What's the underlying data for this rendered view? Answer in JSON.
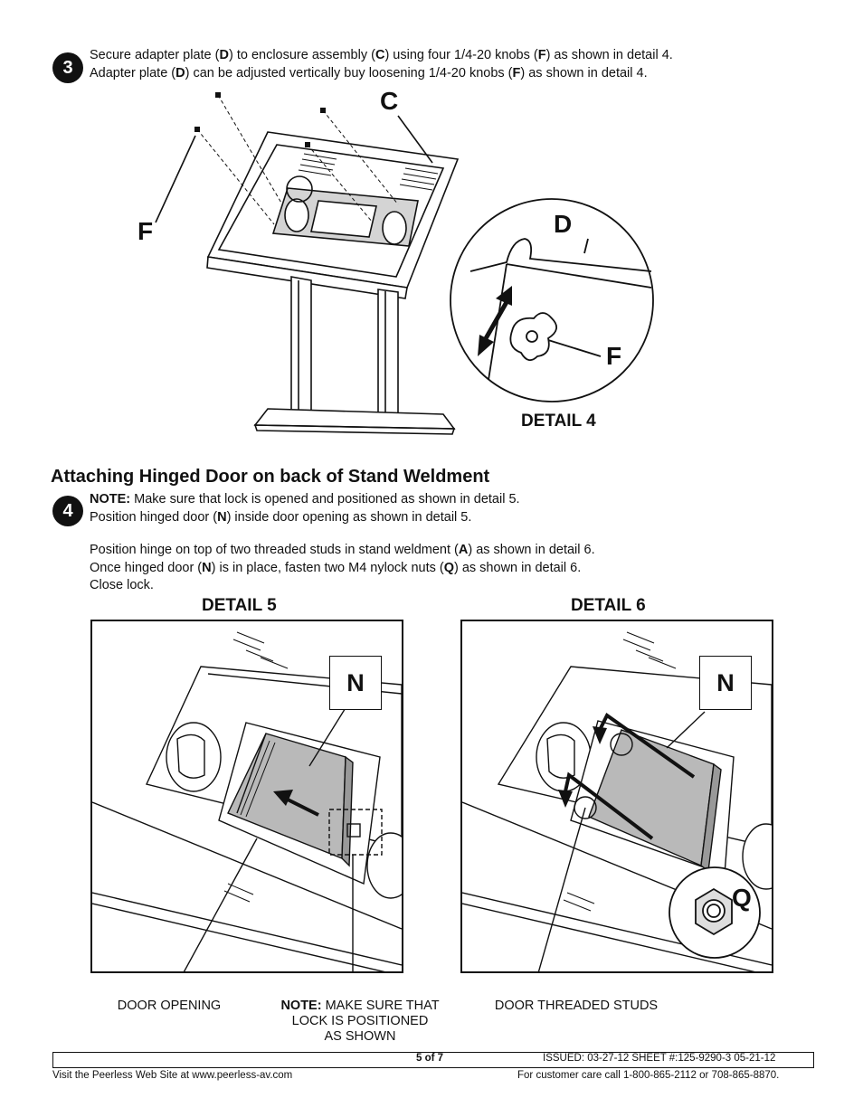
{
  "step3": {
    "number": "3",
    "line1": [
      "Secure adapter plate (",
      "D",
      ") to enclosure assembly (",
      "C",
      ") using four 1/4-20 knobs (",
      "F",
      ") as shown in detail 4."
    ],
    "line2": [
      "Adapter plate (",
      "D",
      ") can be adjusted vertically buy loosening 1/4-20 knobs (",
      "F",
      ") as shown in detail 4."
    ]
  },
  "figure1": {
    "label_c": "C",
    "label_f_left": "F",
    "label_d": "D",
    "label_f_right": "F",
    "detail_title": "DETAIL 4"
  },
  "section": {
    "heading": "Attaching Hinged Door on back of Stand Weldment"
  },
  "step4": {
    "number": "4",
    "note_label": "NOTE:",
    "note_text": " Make sure that lock is opened and positioned as shown in detail 5.",
    "line2": [
      "Position hinged door (",
      "N",
      ") inside door opening as shown in detail 5."
    ],
    "line3": [
      "Position hinge on top of two threaded studs in stand weldment (",
      "A",
      ") as shown in detail 6."
    ],
    "line4": [
      "Once hinged door (",
      "N",
      ") is in place, fasten two M4 nylock nuts (",
      "Q",
      ") as shown in detail 6."
    ],
    "line5": "Close lock."
  },
  "detail5": {
    "title": "DETAIL 5",
    "label_n": "N",
    "caption_left": "DOOR OPENING",
    "caption_note_label": "NOTE:",
    "caption_note_text": " MAKE SURE THAT",
    "caption_note_line2": "LOCK IS POSITIONED",
    "caption_note_line3": "AS SHOWN"
  },
  "detail6": {
    "title": "DETAIL 6",
    "label_n": "N",
    "label_q": "Q",
    "caption": "DOOR  THREADED STUDS"
  },
  "footer": {
    "page": "5 of 7",
    "issued": "ISSUED: 03-27-12  SHEET #:125-9290-3  05-21-12",
    "website": "Visit the Peerless Web Site at www.peerless-av.com",
    "care": "For customer care call 1-800-865-2112 or 708-865-8870."
  },
  "colors": {
    "ink": "#111111",
    "door_fill": "#b9b9b9",
    "plate_fill": "#d4d4d4"
  }
}
